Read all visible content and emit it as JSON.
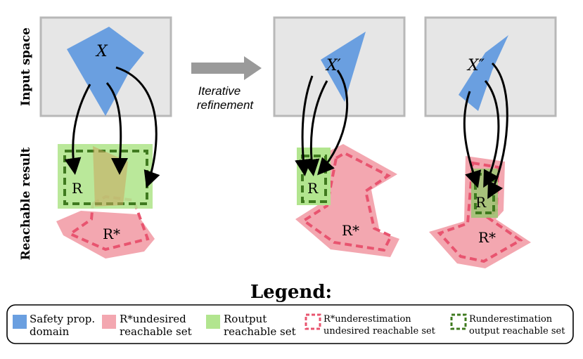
{
  "labels": {
    "input_space": "Input space",
    "reachable_result": "Reachable result",
    "iterative_line1": "Iterative",
    "iterative_line2": "refinement",
    "legend_title": "Legend:"
  },
  "symbols": {
    "x": "X",
    "x_prime": "X′",
    "x_double_prime": "X″",
    "r": "R",
    "r_star": "R*"
  },
  "legend": {
    "items": [
      {
        "line1": "Safety prop.",
        "line2": "domain"
      },
      {
        "line1": "*undesired",
        "line2": "reachable set"
      },
      {
        "line1": "output",
        "line2": "reachable set"
      },
      {
        "line1": "*underestimation",
        "line2": "undesired reachable set"
      },
      {
        "line1": "underestimation",
        "line2": "output reachable set"
      }
    ]
  },
  "colors": {
    "blue": "#6a9fe0",
    "red_fill": "#f3a7b0",
    "red_dash": "#e8546f",
    "green_fill": "#b2e58f",
    "green_dash": "#3f7a1f",
    "gray_fill": "#e6e6e6",
    "gray_stroke": "#b8b8b8"
  }
}
